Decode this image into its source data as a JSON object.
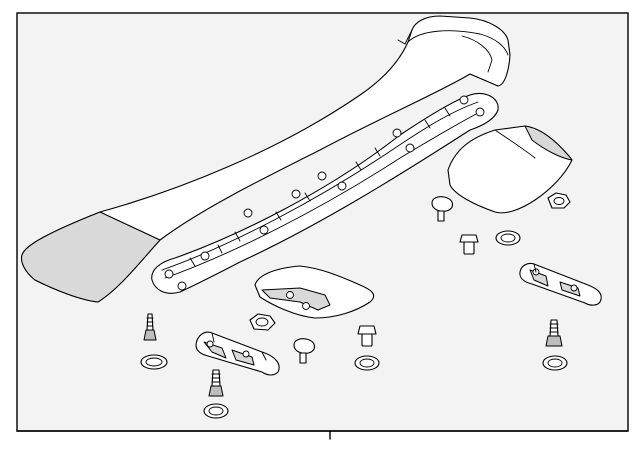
{
  "diagram": {
    "frame_color": "#f3f3f3",
    "line_color": "#000000",
    "parts": [
      {
        "name": "rear-spoiler"
      },
      {
        "name": "spoiler-reinforcement-bracket"
      },
      {
        "name": "end-cap-right"
      },
      {
        "name": "center-mount-plate"
      },
      {
        "name": "side-mount-bracket-left"
      },
      {
        "name": "side-mount-bracket-right"
      },
      {
        "name": "bolt"
      },
      {
        "name": "nut"
      },
      {
        "name": "clip"
      },
      {
        "name": "gasket"
      }
    ]
  }
}
